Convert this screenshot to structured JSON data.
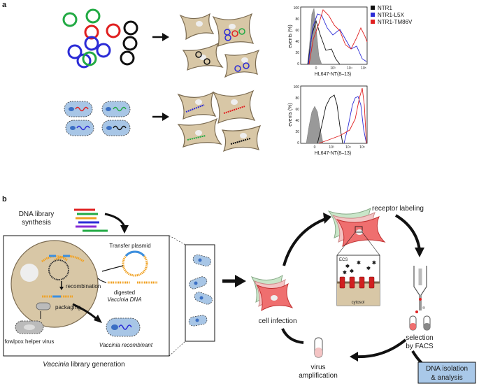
{
  "panel_a": {
    "label": "a",
    "legend": [
      {
        "name": "NTR1",
        "color": "#111111"
      },
      {
        "name": "NTR1-L5X",
        "color": "#2b2bd6"
      },
      {
        "name": "NTR1-TM86V",
        "color": "#e02020"
      }
    ],
    "plot_top": {
      "ylabel": "events (%)",
      "xlabel": "HL647-NT(8–13)",
      "yticks": [
        "0",
        "20",
        "40",
        "60",
        "80",
        "100"
      ],
      "xticks": [
        "0",
        "10³",
        "10⁴",
        "10⁵"
      ]
    },
    "plot_bottom": {
      "ylabel": "events (%)",
      "xlabel": "HL647-NT(8–13)",
      "yticks": [
        "0",
        "20",
        "40",
        "60",
        "80",
        "100"
      ],
      "xticks": [
        "0",
        "10³",
        "10⁴",
        "10⁵"
      ]
    }
  },
  "panel_b": {
    "label": "b",
    "dna_library_line1": "DNA library",
    "dna_library_line2": "synthesis",
    "transfer_plasmid": "Transfer plasmid",
    "recombination": "recombination",
    "digested_line1": "digested",
    "digested_line2": "Vaccinia DNA",
    "packaging": "packaging",
    "fowlpox": "fowlpox helper virus",
    "recombinant": "Vaccinia recombinant",
    "library_gen_italic": "Vaccinia",
    "library_gen_rest": " library generation",
    "receptor_labeling": "receptor labeling",
    "ecs": "ECS",
    "cytosol": "cytosol",
    "cell_infection": "cell infection",
    "selection_line1": "selection",
    "selection_line2": "by FACS",
    "virus_line1": "virus",
    "virus_line2": "amplification",
    "dna_isolation_line1": "DNA isolation",
    "dna_isolation_line2": "& analysis"
  },
  "colors": {
    "cell": "#d8c7a6",
    "cell_stroke": "#7a6a50",
    "virus_fill": "#a8c6e6",
    "box_fill": "#a9c8e8"
  }
}
